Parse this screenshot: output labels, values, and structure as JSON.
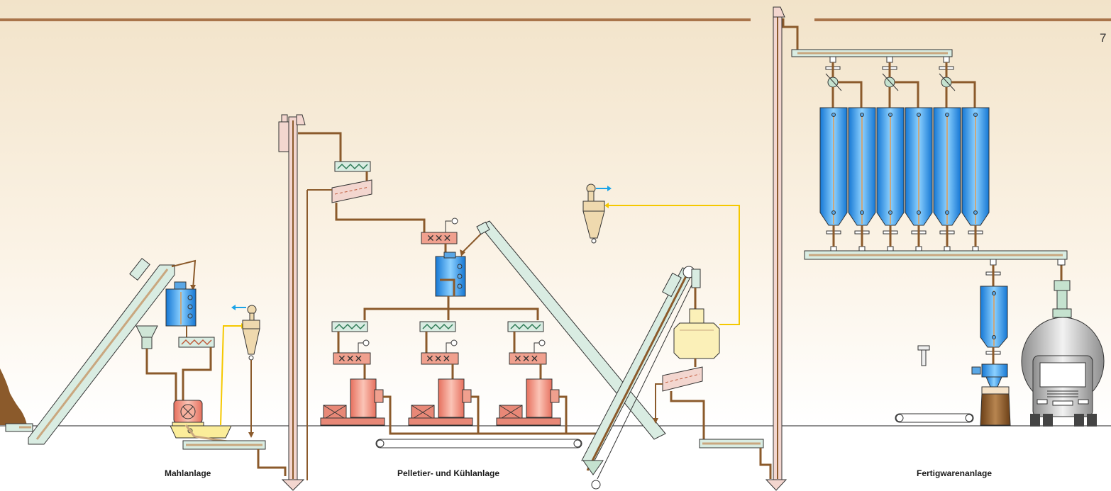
{
  "page_number": "7",
  "sections": {
    "mahl": "Mahlanlage",
    "pellet": "Pelletier- und Kühlanlage",
    "fertig": "Fertigwarenanlage"
  },
  "colors": {
    "brown_line": "#8b5a2b",
    "yellow_air": "#f5c800",
    "blue_bin": "#1f8fe0",
    "conveyor_green": "#d9ece2",
    "press_red": "#e88877",
    "cooler_cream": "#fbf0b8",
    "top_rule": "#a9744a"
  },
  "icons": [
    "bucket-elevator-icon",
    "hammer-mill-icon",
    "cyclone-icon",
    "fan-icon",
    "pellet-press-icon",
    "screw-conveyor-icon",
    "silo-icon",
    "truck-icon",
    "sack-icon"
  ]
}
